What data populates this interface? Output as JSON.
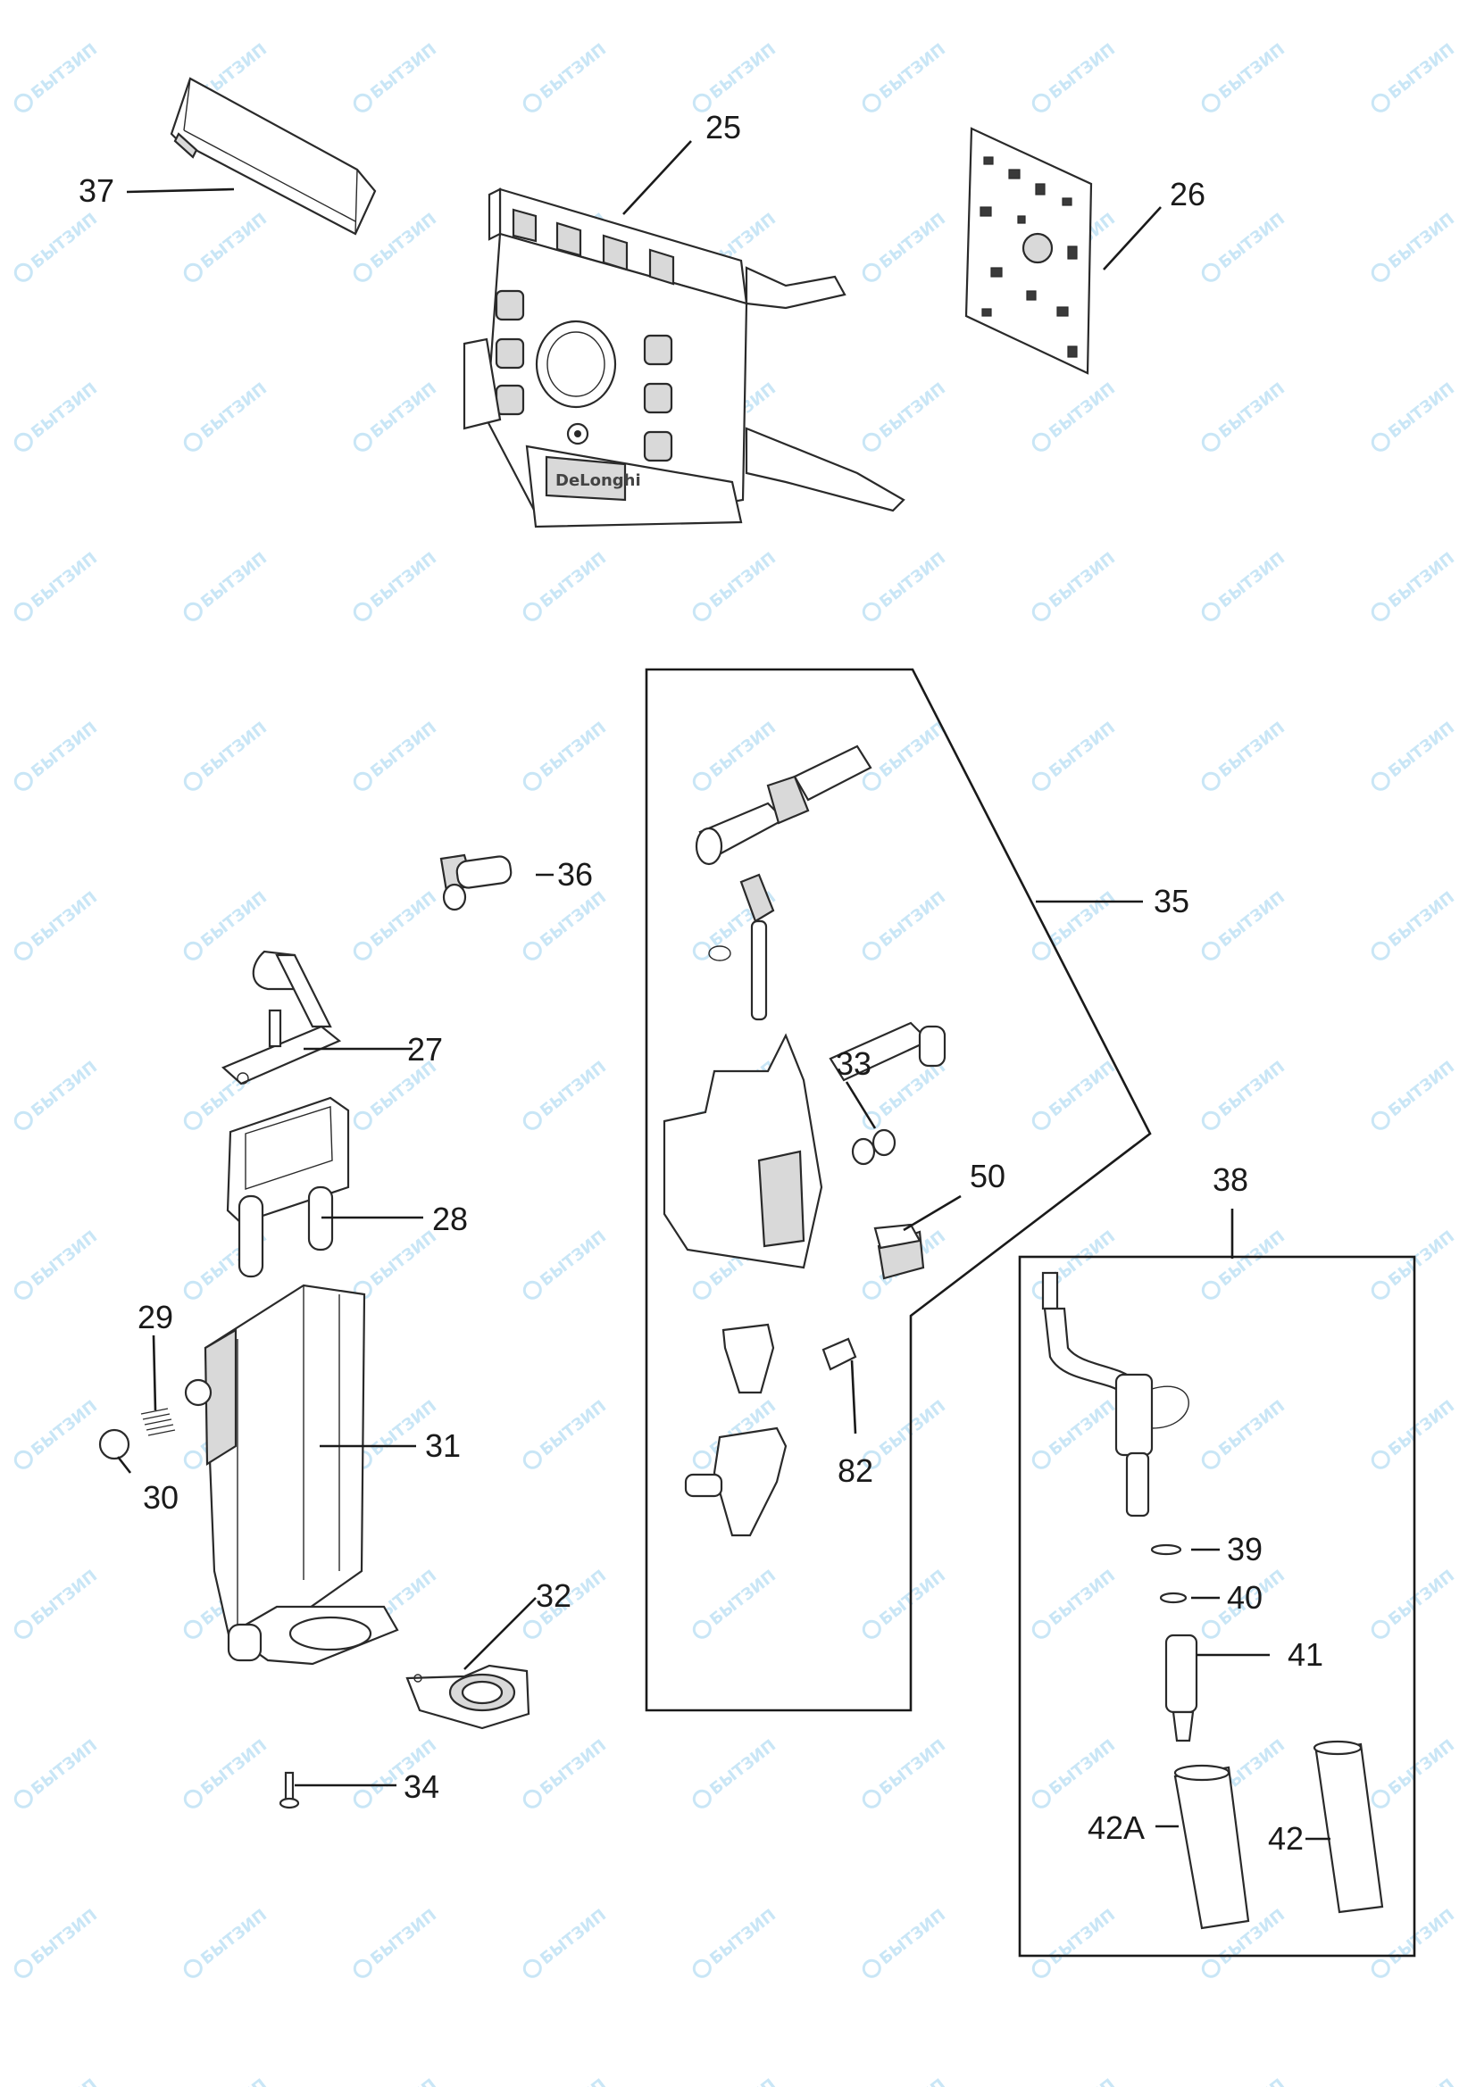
{
  "watermark": {
    "text": "БЫТЗИП",
    "color": "#9dd3f0"
  },
  "brand_logo": "DeLonghi",
  "labels": {
    "l25": "25",
    "l26": "26",
    "l37": "37",
    "l36": "36",
    "l27": "27",
    "l28": "28",
    "l29": "29",
    "l30": "30",
    "l31": "31",
    "l32": "32",
    "l34": "34",
    "l35": "35",
    "l33": "33",
    "l50": "50",
    "l82": "82",
    "l38": "38",
    "l39": "39",
    "l40": "40",
    "l41": "41",
    "l42a": "42A",
    "l42": "42"
  },
  "colors": {
    "line": "#1a1a1a",
    "part_fill": "#f4f4f4",
    "part_shade": "#d9d9d9"
  }
}
